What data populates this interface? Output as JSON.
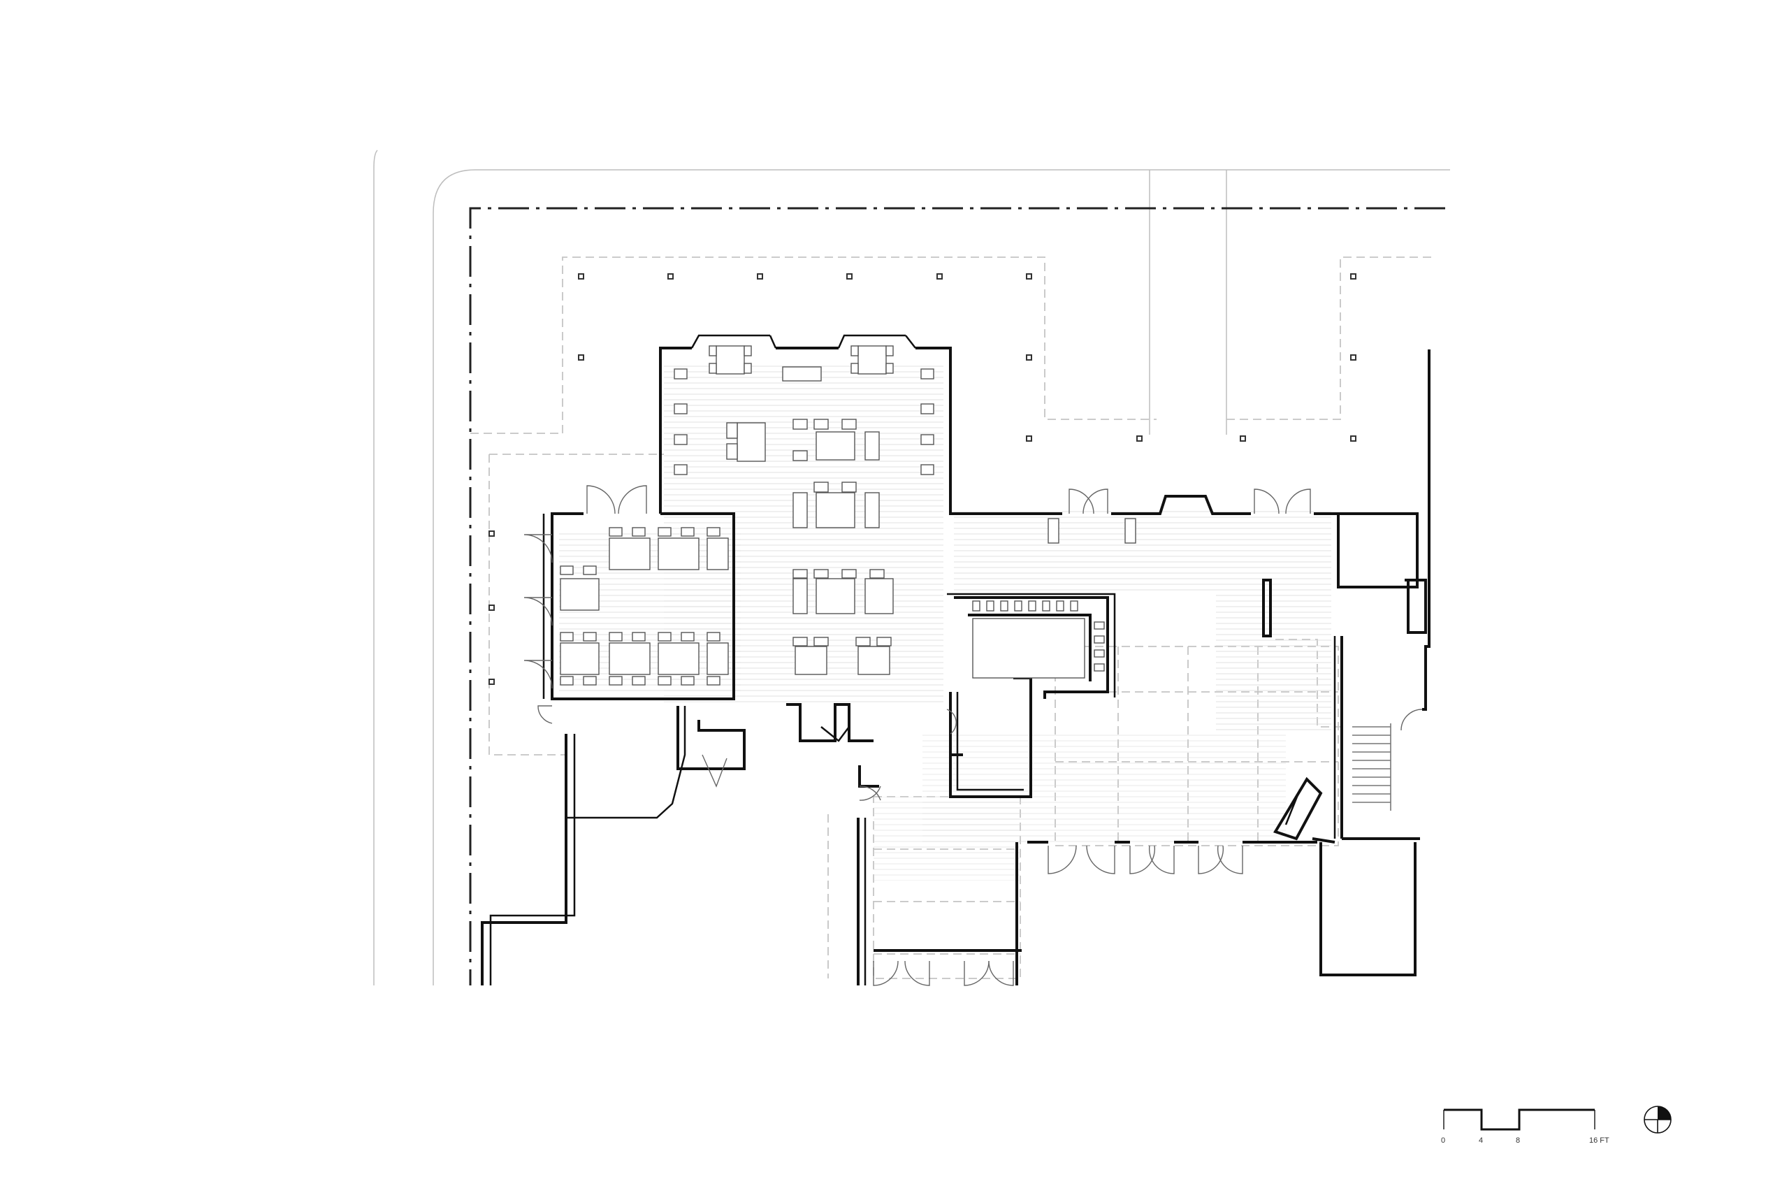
{
  "scale_bar": {
    "ticks": [
      "0",
      "4",
      "8",
      "16 FT"
    ]
  },
  "icons": {
    "north_arrow": "north-arrow-icon"
  },
  "colors": {
    "wall": "#111111",
    "hatch": "#d9d9d9",
    "dashed_overhead": "#c4c4c4",
    "property_line": "#222222"
  }
}
